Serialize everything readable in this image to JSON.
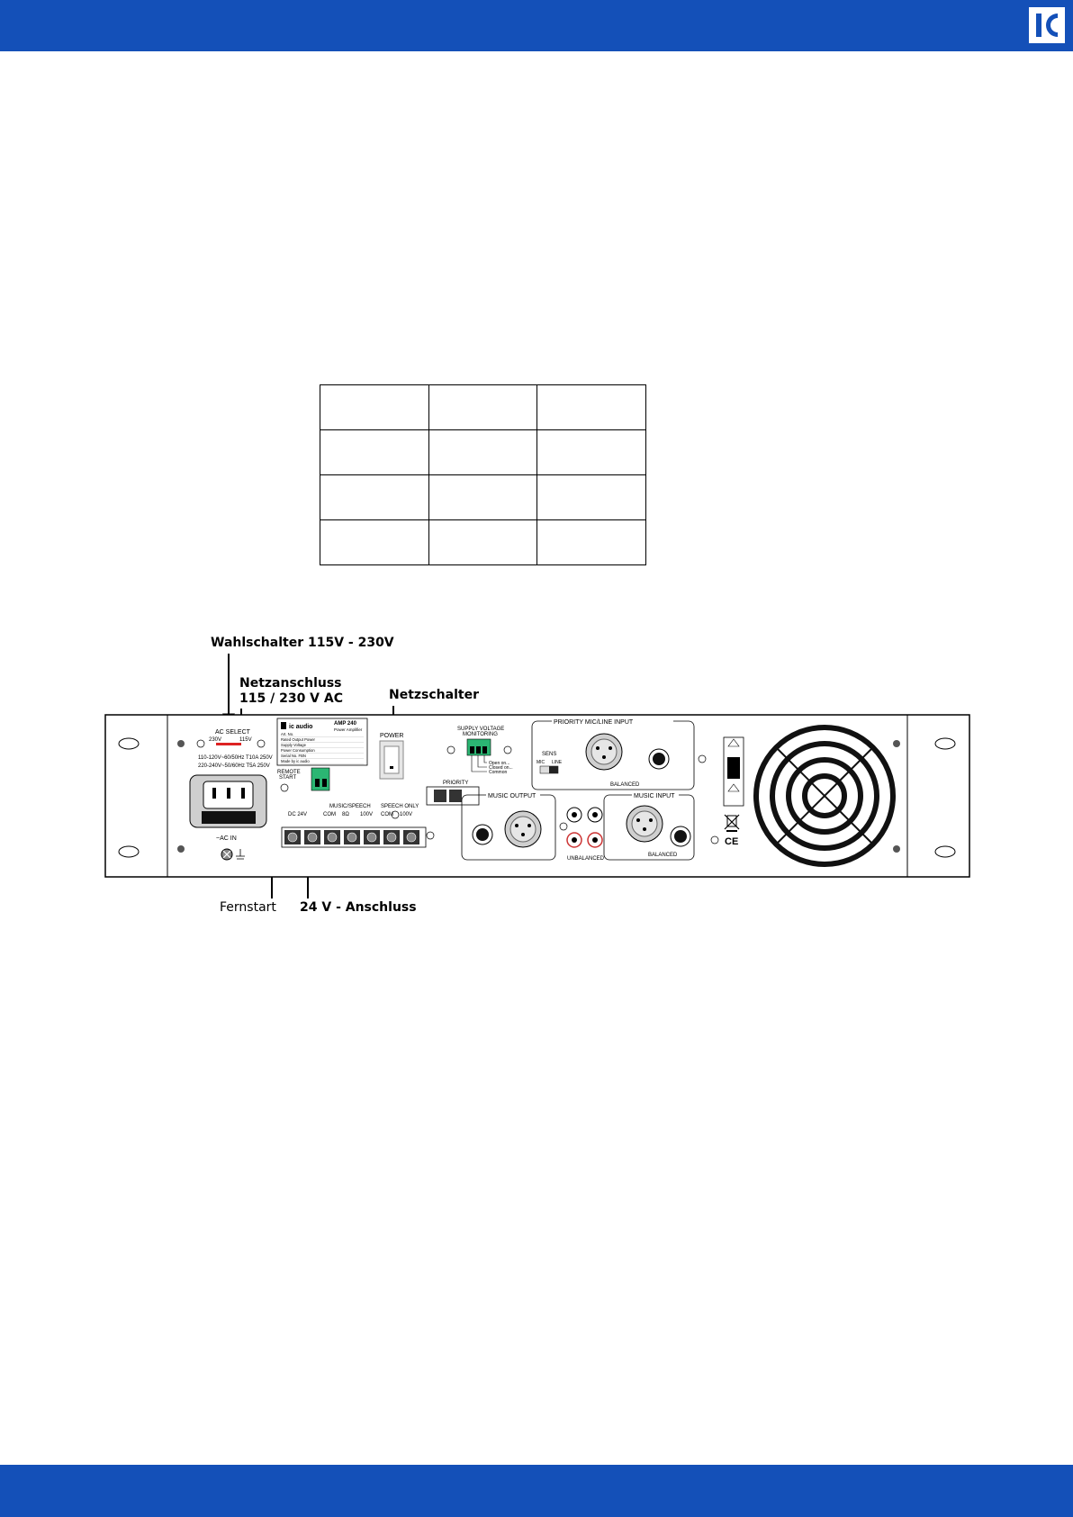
{
  "theme": {
    "brand_blue": "#1450b8",
    "panel_green": "#2bb673",
    "fuse_red": "#d22"
  },
  "header": {
    "logo_icon": "brand-logo-icon"
  },
  "table": {
    "rows": [
      [
        "",
        "",
        ""
      ],
      [
        "",
        "",
        ""
      ],
      [
        "",
        "",
        ""
      ],
      [
        "",
        "",
        ""
      ]
    ]
  },
  "callouts": {
    "selector": "Wahlschalter 115V - 230V",
    "mains_line1": "Netzanschluss",
    "mains_line2": "115 / 230 V AC",
    "power_switch": "Netzschalter",
    "remote_start": "Fernstart",
    "dc_connection": "24 V - Anschluss"
  },
  "panel": {
    "ac_select": "AC SELECT",
    "v230": "230V",
    "v115": "115V",
    "spec_line1": "110-120V~60/50Hz T10A 250V",
    "spec_line2": "220-240V~50/60Hz T5A 250V",
    "ac_in": "~AC IN",
    "brand": "ic audio",
    "model": "AMP 240",
    "model_sub": "Power Amplifier",
    "plate_rows": [
      "Art. No.",
      "Rated Output Power",
      "Supply Voltage",
      "Power Consumption",
      "Serial No. FBN",
      "Made by ic audio"
    ],
    "remote_start_l1": "REMOTE",
    "remote_start_l2": "START",
    "power": "POWER",
    "supply_l1": "SUPPLY VOLTAGE",
    "supply_l2": "MONITORING",
    "mon_open": "Open on...",
    "mon_closed": "Closed on...",
    "mon_common": "Common",
    "priority_small": "PRIORITY",
    "dc24": "DC 24V",
    "music_speech": "MUSIC/SPEECH",
    "speech_only": "SPEECH ONLY",
    "terms": [
      "COM",
      "8Ω",
      "100V",
      "COM",
      "100V"
    ],
    "priority_mic_line": "PRIORITY  MIC/LINE INPUT",
    "sens": "SENS",
    "mic": "MIC",
    "line": "LINE",
    "balanced": "BALANCED",
    "music_output": "MUSIC OUTPUT",
    "music_input": "MUSIC INPUT",
    "unbalanced": "UNBALANCED",
    "ce": "CE"
  }
}
